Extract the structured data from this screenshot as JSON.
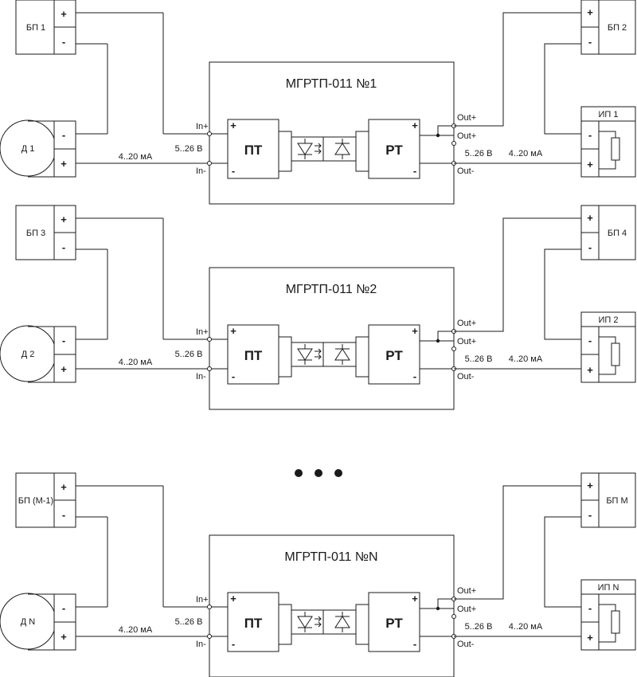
{
  "rows": [
    {
      "psu_left": "БП 1",
      "sensor": "Д 1",
      "module": "МГРТП-011 №1",
      "psu_right": "БП 2",
      "meter": "ИП 1"
    },
    {
      "psu_left": "БП 3",
      "sensor": "Д 2",
      "module": "МГРТП-011 №2",
      "psu_right": "БП 4",
      "meter": "ИП 2"
    },
    {
      "psu_left": "БП (М-1)",
      "sensor": "Д N",
      "module": "МГРТП-011 №N",
      "psu_right": "БП М",
      "meter": "ИП N"
    }
  ],
  "labels": {
    "plus": "+",
    "minus": "-",
    "in_plus": "In+",
    "in_minus": "In-",
    "out_plus": "Out+",
    "out_minus": "Out-",
    "current": "4..20 мА",
    "voltage": "5..26 В",
    "transmitter": "ПТ",
    "receiver": "РТ"
  }
}
